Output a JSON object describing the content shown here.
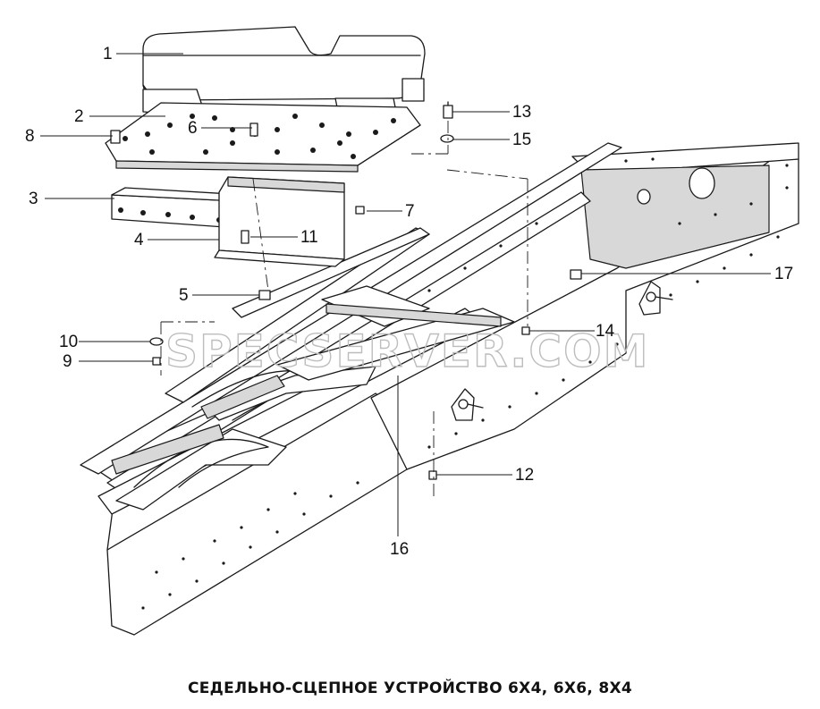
{
  "caption": "СЕДЕЛЬНО-СЦЕПНОЕ УСТРОЙСТВО 6Х4, 6Х6, 8Х4",
  "watermark": "SPECSERVER.COM",
  "callouts": [
    "1",
    "2",
    "3",
    "4",
    "5",
    "6",
    "7",
    "8",
    "9",
    "10",
    "11",
    "12",
    "13",
    "14",
    "15",
    "16",
    "17"
  ]
}
